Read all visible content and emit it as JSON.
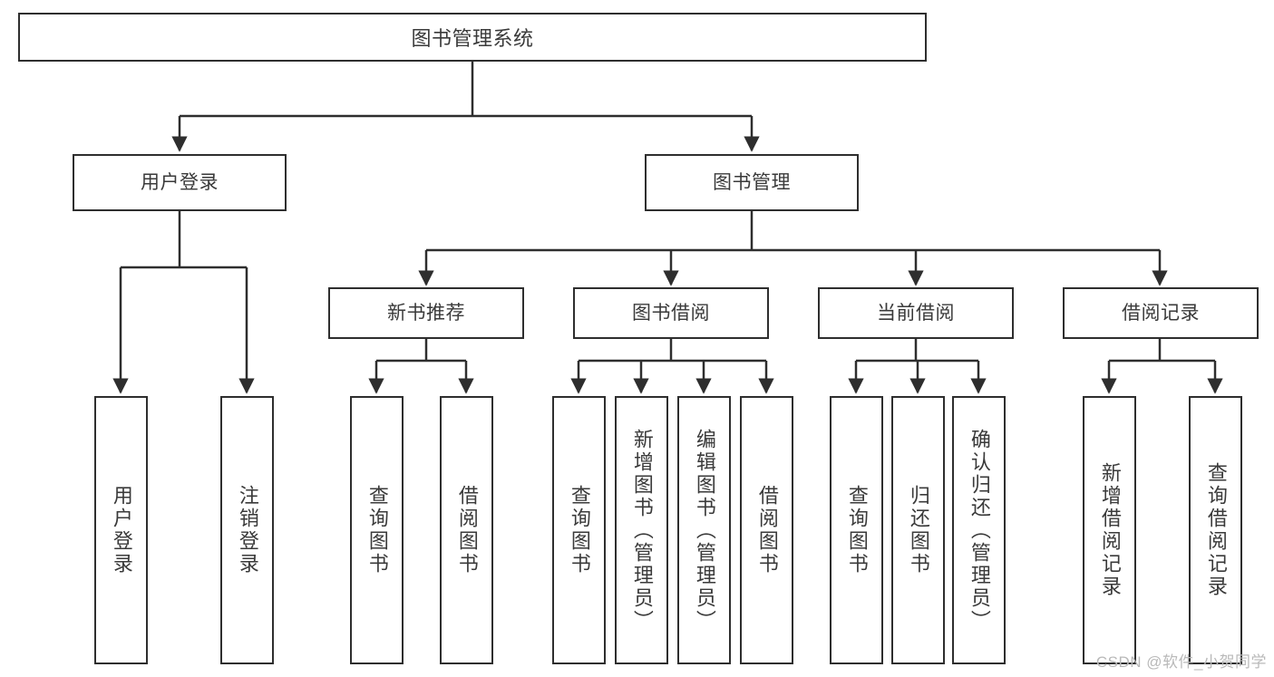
{
  "diagram": {
    "title": "图书管理系统",
    "watermark": "CSDN @软件_小贺同学",
    "colors": {
      "box_border": "#2e2e2e",
      "box_fill": "#ffffff",
      "text": "#3a3a3a",
      "connector": "#2e2e2e",
      "watermark": "#b9b9b9"
    }
  },
  "root": {
    "label": "图书管理系统"
  },
  "level2": [
    {
      "label": "用户登录"
    },
    {
      "label": "图书管理"
    }
  ],
  "level3": [
    {
      "label": "新书推荐"
    },
    {
      "label": "图书借阅"
    },
    {
      "label": "当前借阅"
    },
    {
      "label": "借阅记录"
    }
  ],
  "leaves": {
    "user_login": [
      {
        "label": "用户登录"
      },
      {
        "label": "注销登录"
      }
    ],
    "new_book_recommend": [
      {
        "label": "查询图书"
      },
      {
        "label": "借阅图书"
      }
    ],
    "book_borrow": [
      {
        "label": "查询图书"
      },
      {
        "label": "新增图书（管理员）"
      },
      {
        "label": "编辑图书（管理员）"
      },
      {
        "label": "借阅图书"
      }
    ],
    "current_borrow": [
      {
        "label": "查询图书"
      },
      {
        "label": "归还图书"
      },
      {
        "label": "确认归还（管理员）"
      }
    ],
    "borrow_record": [
      {
        "label": "新增借阅记录"
      },
      {
        "label": "查询借阅记录"
      }
    ]
  }
}
